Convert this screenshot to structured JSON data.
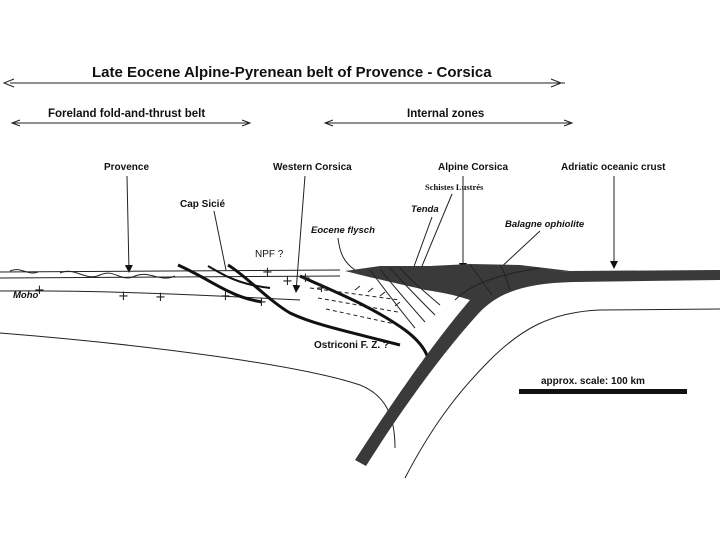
{
  "title": "Late Eocene Alpine-Pyrenean belt of Provence - Corsica",
  "zones": {
    "foreland": "Foreland fold-and-thrust belt",
    "internal": "Internal zones"
  },
  "regions": {
    "provence": "Provence",
    "western_corsica": "Western Corsica",
    "alpine_corsica": "Alpine Corsica",
    "adriatic": "Adriatic oceanic crust"
  },
  "labels": {
    "cap_sicie": "Cap Sicié",
    "schistes": "Schistes Lustrés",
    "tenda": "Tenda",
    "balagne": "Balagne  ophiolite",
    "eocene_flysch": "Eocene  flysch",
    "npf": "NPF ?",
    "moho": "Moho",
    "ostriconi": "Ostriconi F. Z. ?",
    "scale": "approx. scale: 100 km"
  },
  "colors": {
    "ink": "#111111",
    "fill_dark": "#3a3a3a",
    "background": "#ffffff"
  }
}
